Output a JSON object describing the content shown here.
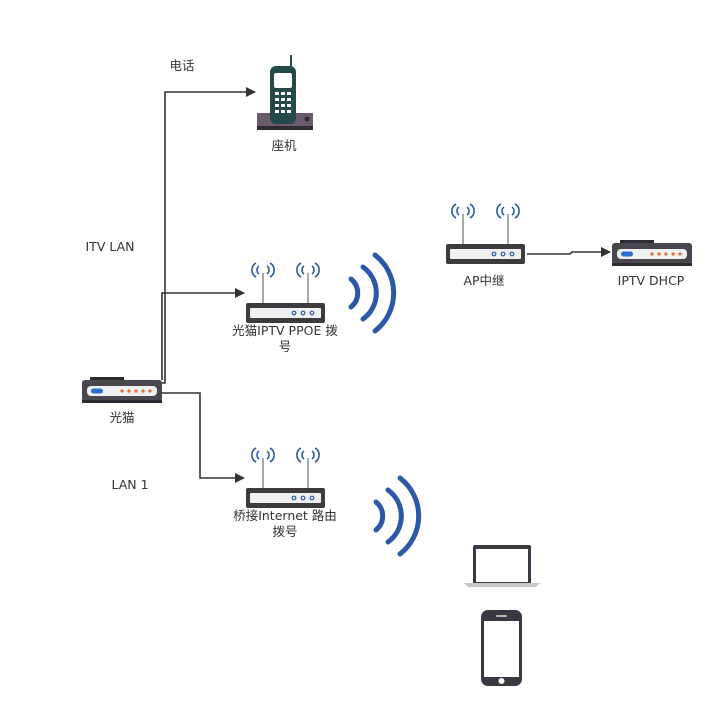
{
  "labels": {
    "phone_link": "电话",
    "itv_lan": "ITV LAN",
    "lan1": "LAN 1",
    "landline": "座机",
    "optical_modem": "光猫",
    "iptv_router_line1": "光猫IPTV PPOE 拨",
    "iptv_router_line2": "号",
    "ap_repeater": "AP中继",
    "iptv_dhcp": "IPTV DHCP",
    "bridge_router_line1": "桥接Internet 路由",
    "bridge_router_line2": "拨号"
  },
  "colors": {
    "line": "#333333",
    "wifi": "#2b59a8",
    "device_dark": "#4a4650",
    "led_orange": "#e0702c",
    "led_blue": "#2c6fd0"
  }
}
